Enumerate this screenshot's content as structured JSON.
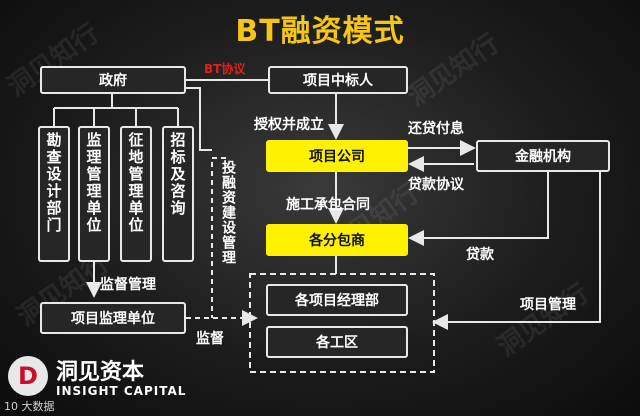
{
  "title": "BT融资模式",
  "nodes": {
    "government": "政府",
    "winning_bidder": "项目中标人",
    "project_company": "项目公司",
    "financial_institution": "金融机构",
    "subcontractors": "各分包商",
    "project_managers": "各项目经理部",
    "work_areas": "各工区",
    "supervision_unit": "项目监理单位",
    "gov_departments": [
      "勘查设计部门",
      "监理管理单位",
      "征地管理单位",
      "招标及咨询"
    ]
  },
  "edge_labels": {
    "bt_agreement": "BT协议",
    "authorize_establish": "授权并成立",
    "repay_interest": "还贷付息",
    "loan_agreement": "贷款协议",
    "construction_contract": "施工承包合同",
    "loan": "贷款",
    "project_management": "项目管理",
    "supervision_management": "监督管理",
    "supervision": "监督",
    "investment_management": "投融资建设管理"
  },
  "colors": {
    "title": "#f5c518",
    "highlight_box": "#fff200",
    "agreement_label": "#e0201e",
    "logo_red": "#c8102e"
  },
  "watermark": "洞见知行",
  "logo": {
    "mark": "D",
    "name": "洞见资本",
    "subtitle": "INSIGHT CAPITAL"
  },
  "credit": "10 大数据"
}
